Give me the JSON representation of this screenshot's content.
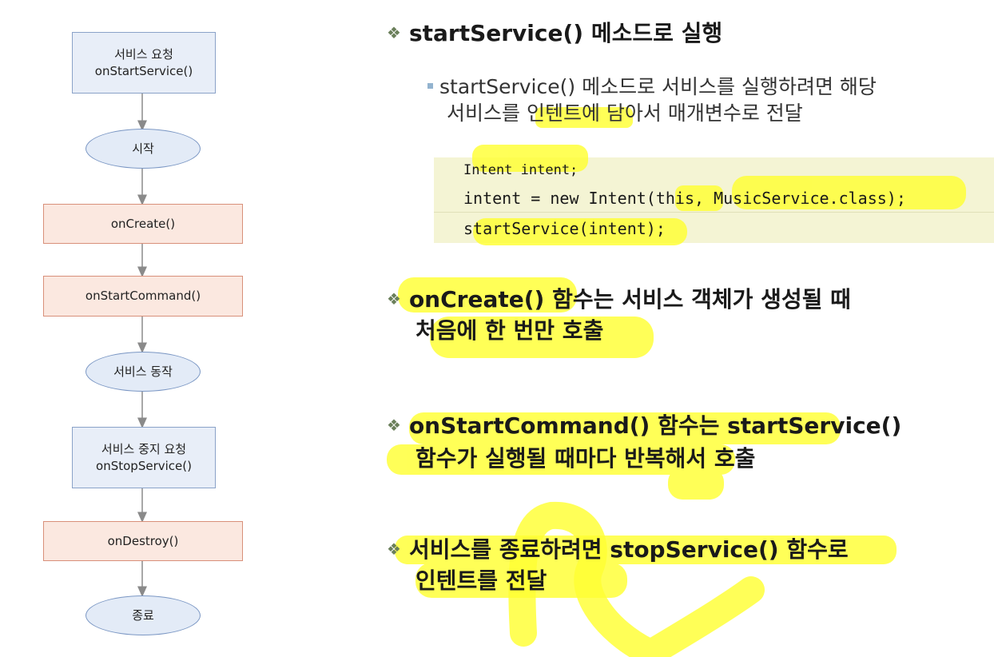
{
  "flowchart": {
    "nodes": [
      {
        "lines": [
          "서비스 요청",
          "onStartService()"
        ]
      },
      {
        "lines": [
          "시작"
        ]
      },
      {
        "lines": [
          "onCreate()"
        ]
      },
      {
        "lines": [
          "onStartCommand()"
        ]
      },
      {
        "lines": [
          "서비스 동작"
        ]
      },
      {
        "lines": [
          "서비스 중지 요청",
          "onStopService()"
        ]
      },
      {
        "lines": [
          "onDestroy()"
        ]
      },
      {
        "lines": [
          "종료"
        ]
      }
    ]
  },
  "bullets": {
    "b1": {
      "title": "startService() 메소드로 실행",
      "sub_line1": "startService() 메소드로 서비스를 실행하려면 해당",
      "sub_line2_pre": "서비스를 ",
      "sub_line2_hl": "인텐트에",
      "sub_line2_post": " 담아서 매개변수로  전달"
    },
    "code": [
      "Intent intent;",
      "intent = new Intent(this, MusicService.class);",
      "startService(intent);"
    ],
    "b2": {
      "line1": "onCreate() 함수는 서비스 객체가 생성될 때",
      "line2": "처음에 한 번만 호출"
    },
    "b3": {
      "line1": "onStartCommand() 함수는 startService()",
      "line2": "함수가 실행될 때마다 반복해서 호출"
    },
    "b4": {
      "line1": "서비스를 종료하려면 stopService() 함수로",
      "line2": "인텐트를 전달"
    }
  },
  "colors": {
    "highlight": "#ffff33",
    "box_blue_fill": "#e8eef8",
    "box_peach_fill": "#fbe8e0",
    "oval_fill": "#e3ebf7",
    "bullet_diamond": "#6a7f5a",
    "sub_square": "#93b3cf"
  },
  "icons": {
    "bullet": "diamond-bullet-icon",
    "sub_bullet": "square-bullet-icon"
  }
}
